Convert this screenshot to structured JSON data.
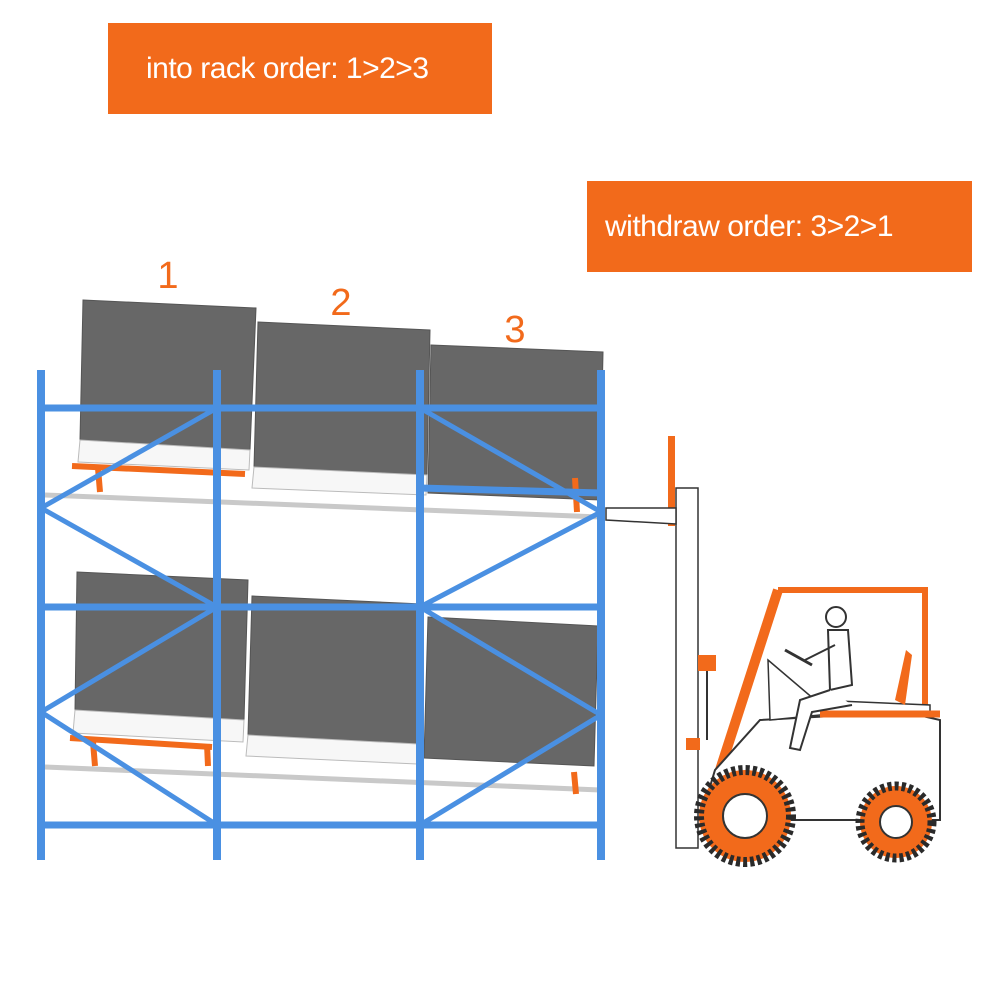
{
  "colors": {
    "accent": "#f26a1b",
    "rack_blue": "#4a90e2",
    "pallet_gray": "#676767",
    "background": "#ffffff",
    "banner_text": "#ffffff"
  },
  "banners": {
    "into_rack": "into rack order: 1>2>3",
    "withdraw": "withdraw order: 3>2>1"
  },
  "bay_labels": [
    "1",
    "2",
    "3"
  ],
  "icons": {
    "forklift": "forklift-icon",
    "operator": "operator-icon",
    "pallet": "pallet-icon",
    "rack": "rack-icon"
  }
}
